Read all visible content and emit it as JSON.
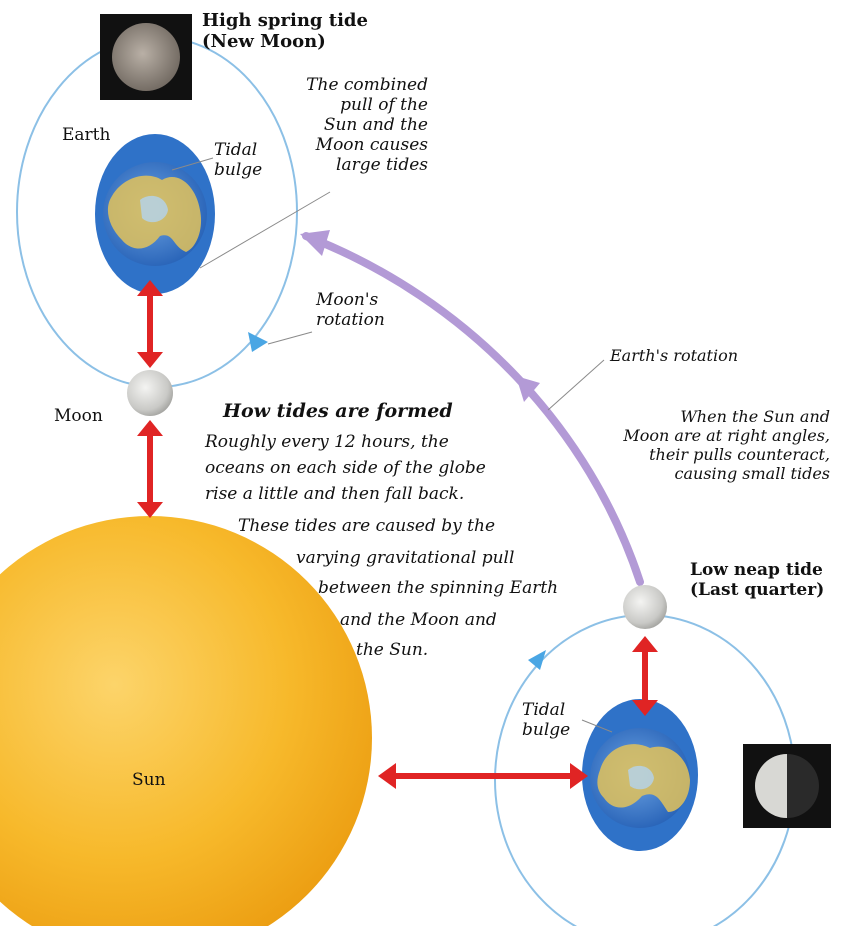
{
  "labels": {
    "spring_title": "High spring tide\n(New Moon)",
    "combined_pull": "The combined\npull of the\nSun and the\nMoon causes\nlarge tides",
    "earth": "Earth",
    "tidal_bulge_top": "Tidal\nbulge",
    "moons_rotation": "Moon's\nrotation",
    "moon": "Moon",
    "earths_rotation": "Earth's rotation",
    "right_angles": "When the Sun and\nMoon are at right angles,\ntheir pulls counteract,\ncausing small tides",
    "neap_title": "Low neap tide\n(Last quarter)",
    "tidal_bulge_bottom": "Tidal\nbulge",
    "sun": "Sun"
  },
  "explanation": {
    "heading": "How tides are formed",
    "lines": [
      "Roughly every 12 hours, the",
      "oceans on each side of the globe",
      "rise a little and then fall back.",
      "These tides are caused by the",
      "varying gravitational pull",
      "between the spinning Earth",
      "and the Moon and",
      "the Sun."
    ]
  },
  "colors": {
    "orbit": "#8cc0e6",
    "arrow": "#e02424",
    "earth_rotation_arrow": "#b39ad6",
    "sun": "#f5b62a",
    "ocean": "#2f72c8",
    "rotation_marker": "#4aa6e4"
  }
}
